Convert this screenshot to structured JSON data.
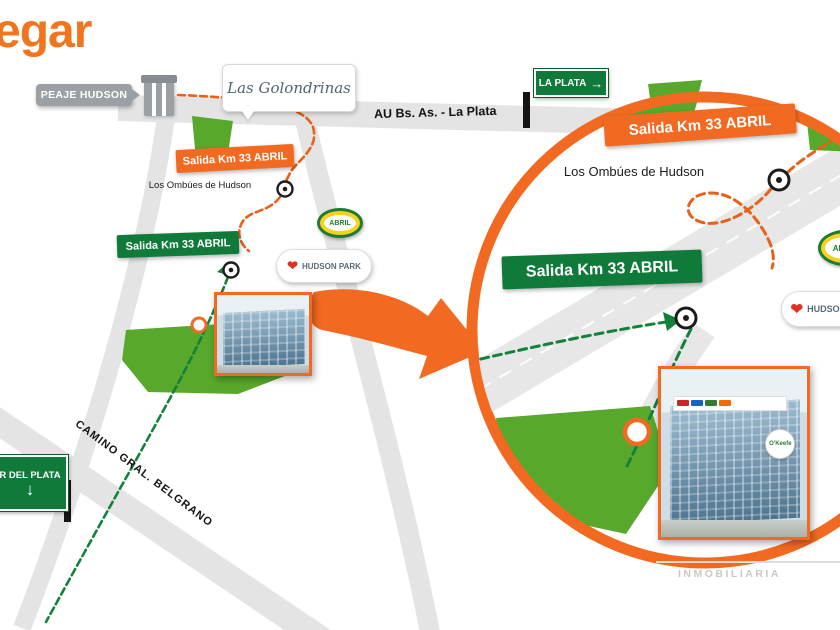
{
  "title": {
    "fragment": "egar"
  },
  "colors": {
    "orange": "#F26A21",
    "sign_green": "#0F7A3A",
    "area_green": "#58A82B",
    "road_gray": "#E4E4E4"
  },
  "icons": {
    "heart": "❤",
    "right_arrow": "→",
    "down_arrow": "↓"
  },
  "main": {
    "peaje": "PEAJE HUDSON",
    "golondrinas": "Las Golondrinas",
    "highway": "AU Bs. As. - La Plata",
    "la_plata": "LA PLATA",
    "salida_orange": "Salida Km 33 ABRIL",
    "ombues": "Los Ombúes de Hudson",
    "abril": "ABRIL",
    "salida_green": "Salida Km 33 ABRIL",
    "hudson_park": "HUDSON PARK",
    "camino": "CAMINO GRAL. BELGRANO",
    "mar_del_plata": "R DEL PLATA"
  },
  "zoom": {
    "salida_orange": "Salida Km 33 ABRIL",
    "ombues": "Los Ombúes de Hudson",
    "salida_green": "Salida Km 33 ABRIL",
    "abril": "ABRIL",
    "hudson_park": "HUDSON PARK",
    "okeefe": "O'Keefe"
  },
  "watermark": {
    "text": "INMOBILIARIA"
  }
}
